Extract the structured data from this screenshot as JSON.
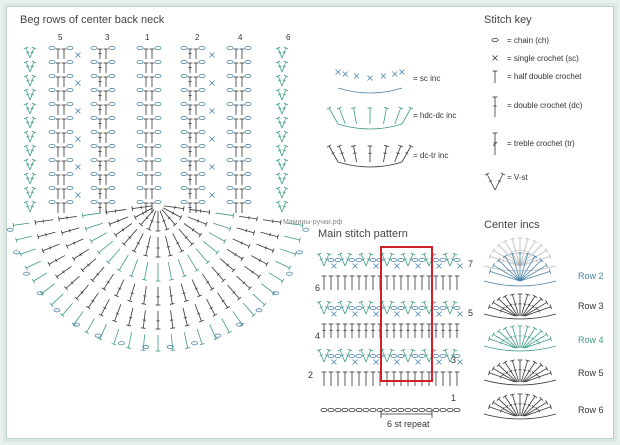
{
  "left_chart": {
    "title": "Beg rows of center back neck",
    "row_numbers": [
      "5",
      "3",
      "1",
      "2",
      "4",
      "6"
    ]
  },
  "inc_legend": [
    {
      "label": "= sc inc",
      "color": "#4a83a8"
    },
    {
      "label": "= hdc-dc inc",
      "color": "#3f9a86"
    },
    {
      "label": "= dc-tr inc",
      "color": "#333333"
    }
  ],
  "stitch_key": {
    "title": "Stitch key",
    "items": [
      {
        "icon": "chain-icon",
        "label": "= chain (ch)"
      },
      {
        "icon": "single-crochet-icon",
        "label": "= single crochet (sc)"
      },
      {
        "icon": "half-double-crochet-icon",
        "label": "= half double crochet"
      },
      {
        "icon": "double-crochet-icon",
        "label": "= double crochet (dc)"
      },
      {
        "icon": "treble-crochet-icon",
        "label": "= treble crochet (tr)"
      },
      {
        "icon": "v-stitch-icon",
        "label": "= V-st"
      }
    ]
  },
  "watermark": "Мамины-ручки.рф",
  "main_pattern": {
    "title": "Main stitch pattern",
    "left_rows": [
      "6",
      "4",
      "2"
    ],
    "right_rows": [
      "7",
      "5",
      "3",
      "1"
    ],
    "repeat_label": "6 st repeat",
    "highlight_color": "#d0202a"
  },
  "center_incs": {
    "title": "Center incs",
    "rows": [
      {
        "label": "Row 2",
        "color": "#4a83a8"
      },
      {
        "label": "Row 3",
        "color": "#333333"
      },
      {
        "label": "Row 4",
        "color": "#3f9a86"
      },
      {
        "label": "Row 5",
        "color": "#333333"
      },
      {
        "label": "Row 6",
        "color": "#333333"
      }
    ]
  }
}
